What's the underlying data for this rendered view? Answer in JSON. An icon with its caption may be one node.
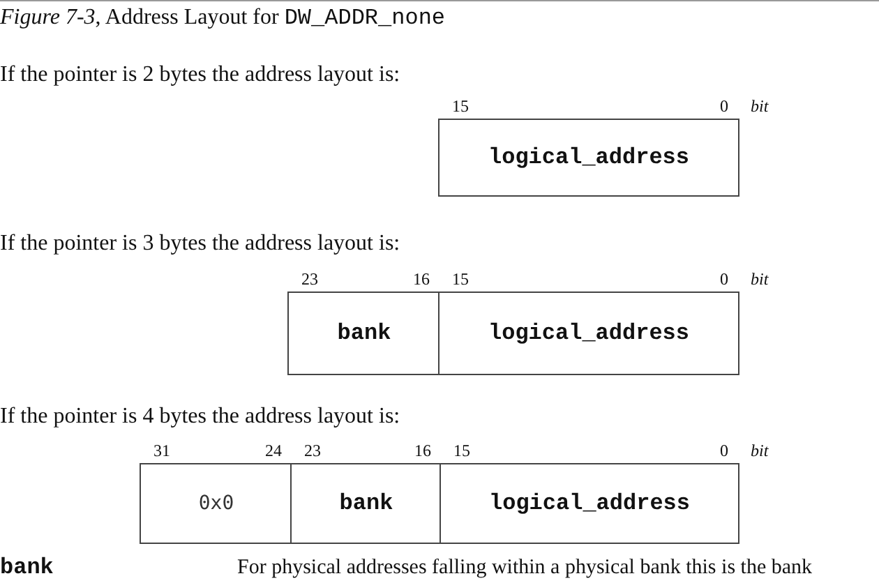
{
  "diagram": {
    "title": "*Figure 7-3*, Address Layout for DW_ADDR_none",
    "nodes": [
      {
        "text": [
          "logical_address"
        ],
        "beside": [
          "15",
          "0"
        ]
      },
      {
        "text": [
          "bank"
        ],
        "beside": [
          "23",
          "16"
        ]
      },
      {
        "text": [
          "logical_address"
        ],
        "beside": [
          "15",
          "0"
        ]
      },
      {
        "text": [
          "0x0"
        ],
        "beside": [
          "31",
          "24"
        ]
      },
      {
        "text": [
          "bank"
        ],
        "beside": [
          "23",
          "16"
        ]
      },
      {
        "text": [
          "logical_address"
        ],
        "beside": [
          "15",
          "0"
        ]
      }
    ],
    "labels": [
      "If the pointer is 2 bytes the address layout is:",
      "bit",
      "If the pointer is 3 bytes the address layout is:",
      "bit",
      "If the pointer is 4 bytes the address layout is:",
      "bit",
      "bank",
      "For physical addresses falling within a physical bank this is the bank"
    ]
  }
}
